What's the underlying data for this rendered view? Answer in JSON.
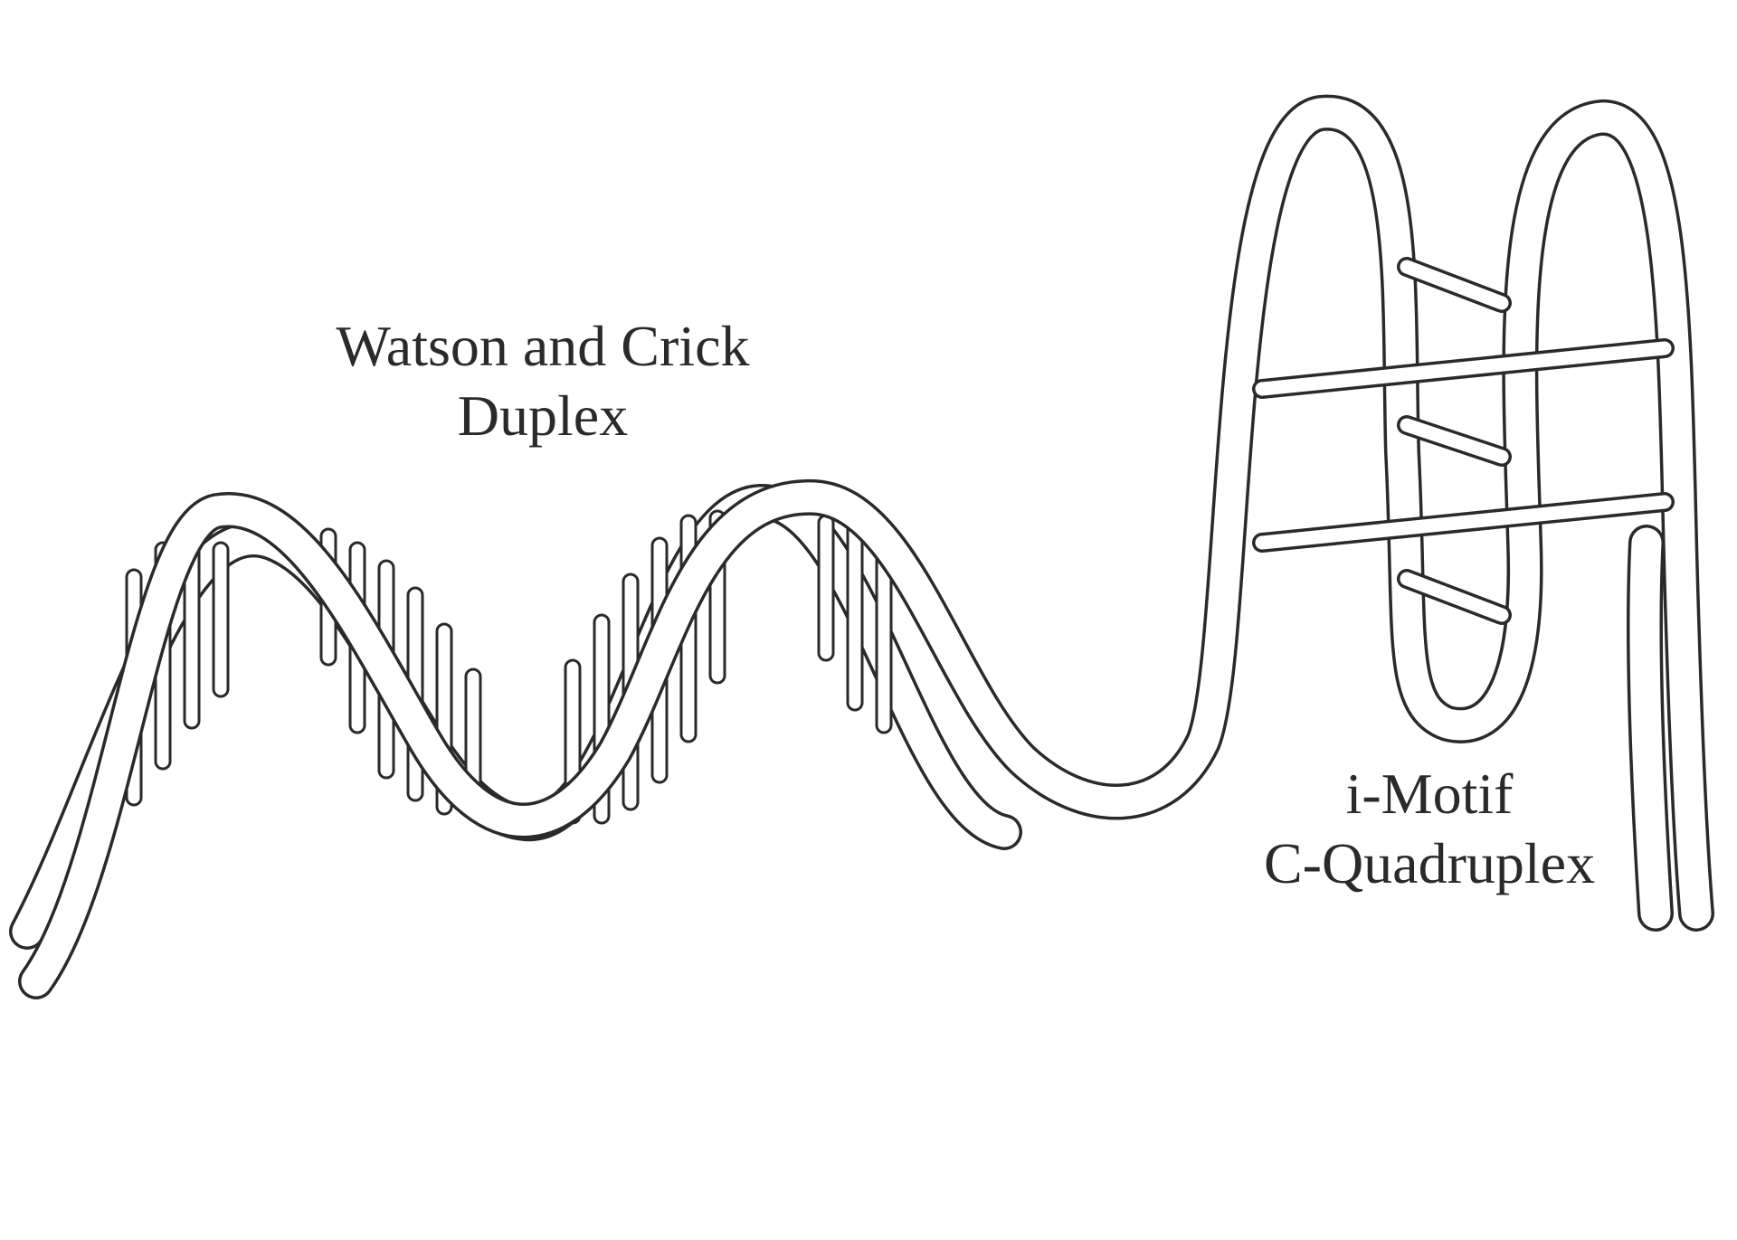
{
  "labels": {
    "duplex": {
      "line1": "Watson and Crick",
      "line2": "Duplex"
    },
    "imotif": {
      "line1": "i-Motif",
      "line2": "C-Quadruplex"
    }
  },
  "colors": {
    "ink": "#2a2a2a",
    "background": "#ffffff"
  }
}
